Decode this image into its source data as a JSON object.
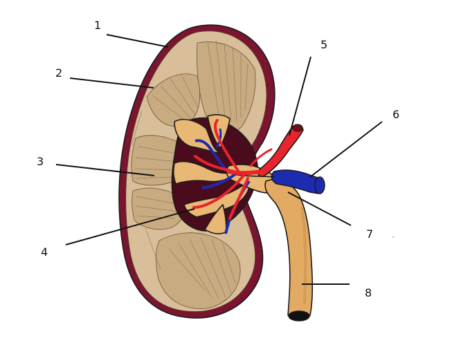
{
  "labels": [
    {
      "id": "1",
      "text": "1"
    },
    {
      "id": "2",
      "text": "2"
    },
    {
      "id": "3",
      "text": "3"
    },
    {
      "id": "4",
      "text": "4"
    },
    {
      "id": "5",
      "text": "5"
    },
    {
      "id": "6",
      "text": "6"
    },
    {
      "id": "7",
      "text": "7"
    },
    {
      "id": "8",
      "text": "8"
    }
  ],
  "colors": {
    "capsule": "#7a1530",
    "cortex": "#d8bf9a",
    "pyramid": "#c9ab82",
    "pelvis": "#e9b874",
    "sinus": "#4a0c1c",
    "artery": "#e8252d",
    "vein": "#1c2bb0",
    "ureter": "#e3aa64"
  }
}
